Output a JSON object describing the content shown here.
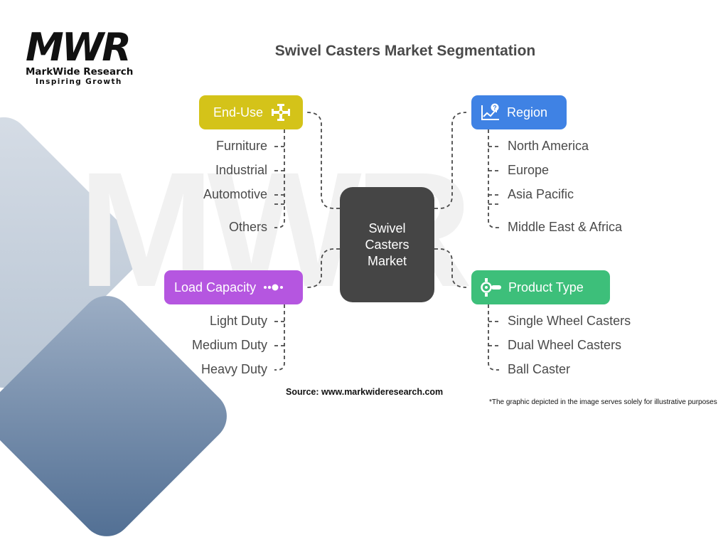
{
  "logo": {
    "mark": "MWR",
    "name": "MarkWide Research",
    "tagline": "Inspiring Growth"
  },
  "title": "Swivel Casters Market Segmentation",
  "center": {
    "line1": "Swivel",
    "line2": "Casters",
    "line3": "Market"
  },
  "categories": [
    {
      "id": "end-use",
      "label": "End-Use",
      "icon": "crosshair-arrows-icon",
      "color": "#d4c319",
      "items": [
        "Furniture",
        "Industrial",
        "Automotive",
        "Others"
      ]
    },
    {
      "id": "region",
      "label": "Region",
      "icon": "chart-question-icon",
      "color": "#3f82e4",
      "items": [
        "North America",
        "Europe",
        "Asia Pacific",
        "Middle East & Africa"
      ]
    },
    {
      "id": "load-capacity",
      "label": "Load Capacity",
      "icon": "dots-slider-icon",
      "color": "#b556e0",
      "items": [
        "Light Duty",
        "Medium Duty",
        "Heavy Duty"
      ]
    },
    {
      "id": "product-type",
      "label": "Product Type",
      "icon": "caster-wheel-icon",
      "color": "#3dbf7a",
      "items": [
        "Single Wheel Casters",
        "Dual Wheel Casters",
        "Ball Caster"
      ]
    }
  ],
  "source": "Source: www.markwideresearch.com",
  "disclaimer": "*The graphic depicted in the image serves solely for illustrative purposes"
}
